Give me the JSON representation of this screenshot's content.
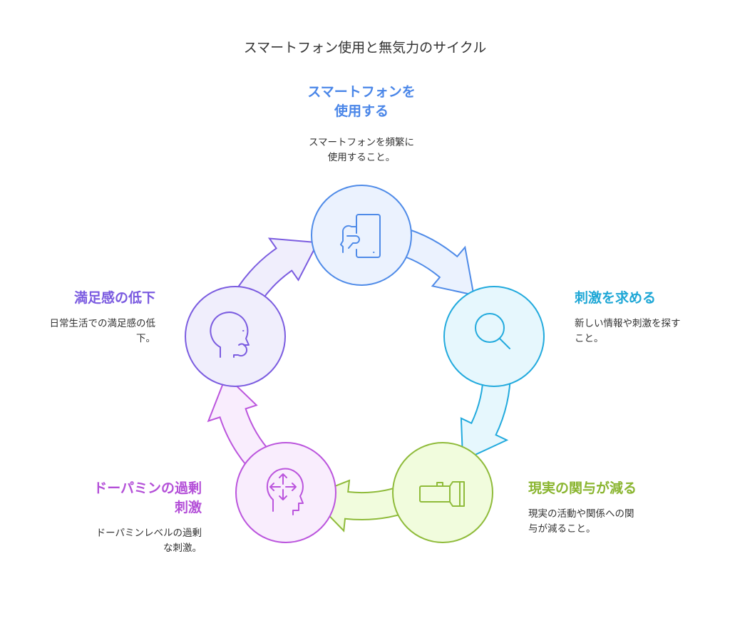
{
  "title": "スマートフォン使用と無気力のサイクル",
  "steps": [
    {
      "heading": "スマートフォンを\n使用する",
      "desc": "スマートフォンを頻繁に\n使用すること。",
      "icon": "phone-head-icon",
      "stroke": "#4f8be8",
      "fill": "#ebf2fe"
    },
    {
      "heading": "刺激を求める",
      "desc": "新しい情報や刺激を探す\nこと。",
      "icon": "search-icon",
      "stroke": "#22aadd",
      "fill": "#e6f7fd"
    },
    {
      "heading": "現実の関与が減る",
      "desc": "現実の活動や関係への関\n与が減ること。",
      "icon": "flashlight-icon",
      "stroke": "#8fbb3a",
      "fill": "#f1fcdd"
    },
    {
      "heading": "ドーパミンの過剰\n刺激",
      "desc": "ドーパミンレベルの過剰\nな刺激。",
      "icon": "head-arrows-icon",
      "stroke": "#bb55dd",
      "fill": "#f9edfd"
    },
    {
      "heading": "満足感の低下",
      "desc": "日常生活での満足感の低\n下。",
      "icon": "sad-head-icon",
      "stroke": "#7b5ce0",
      "fill": "#f0eefc"
    }
  ]
}
